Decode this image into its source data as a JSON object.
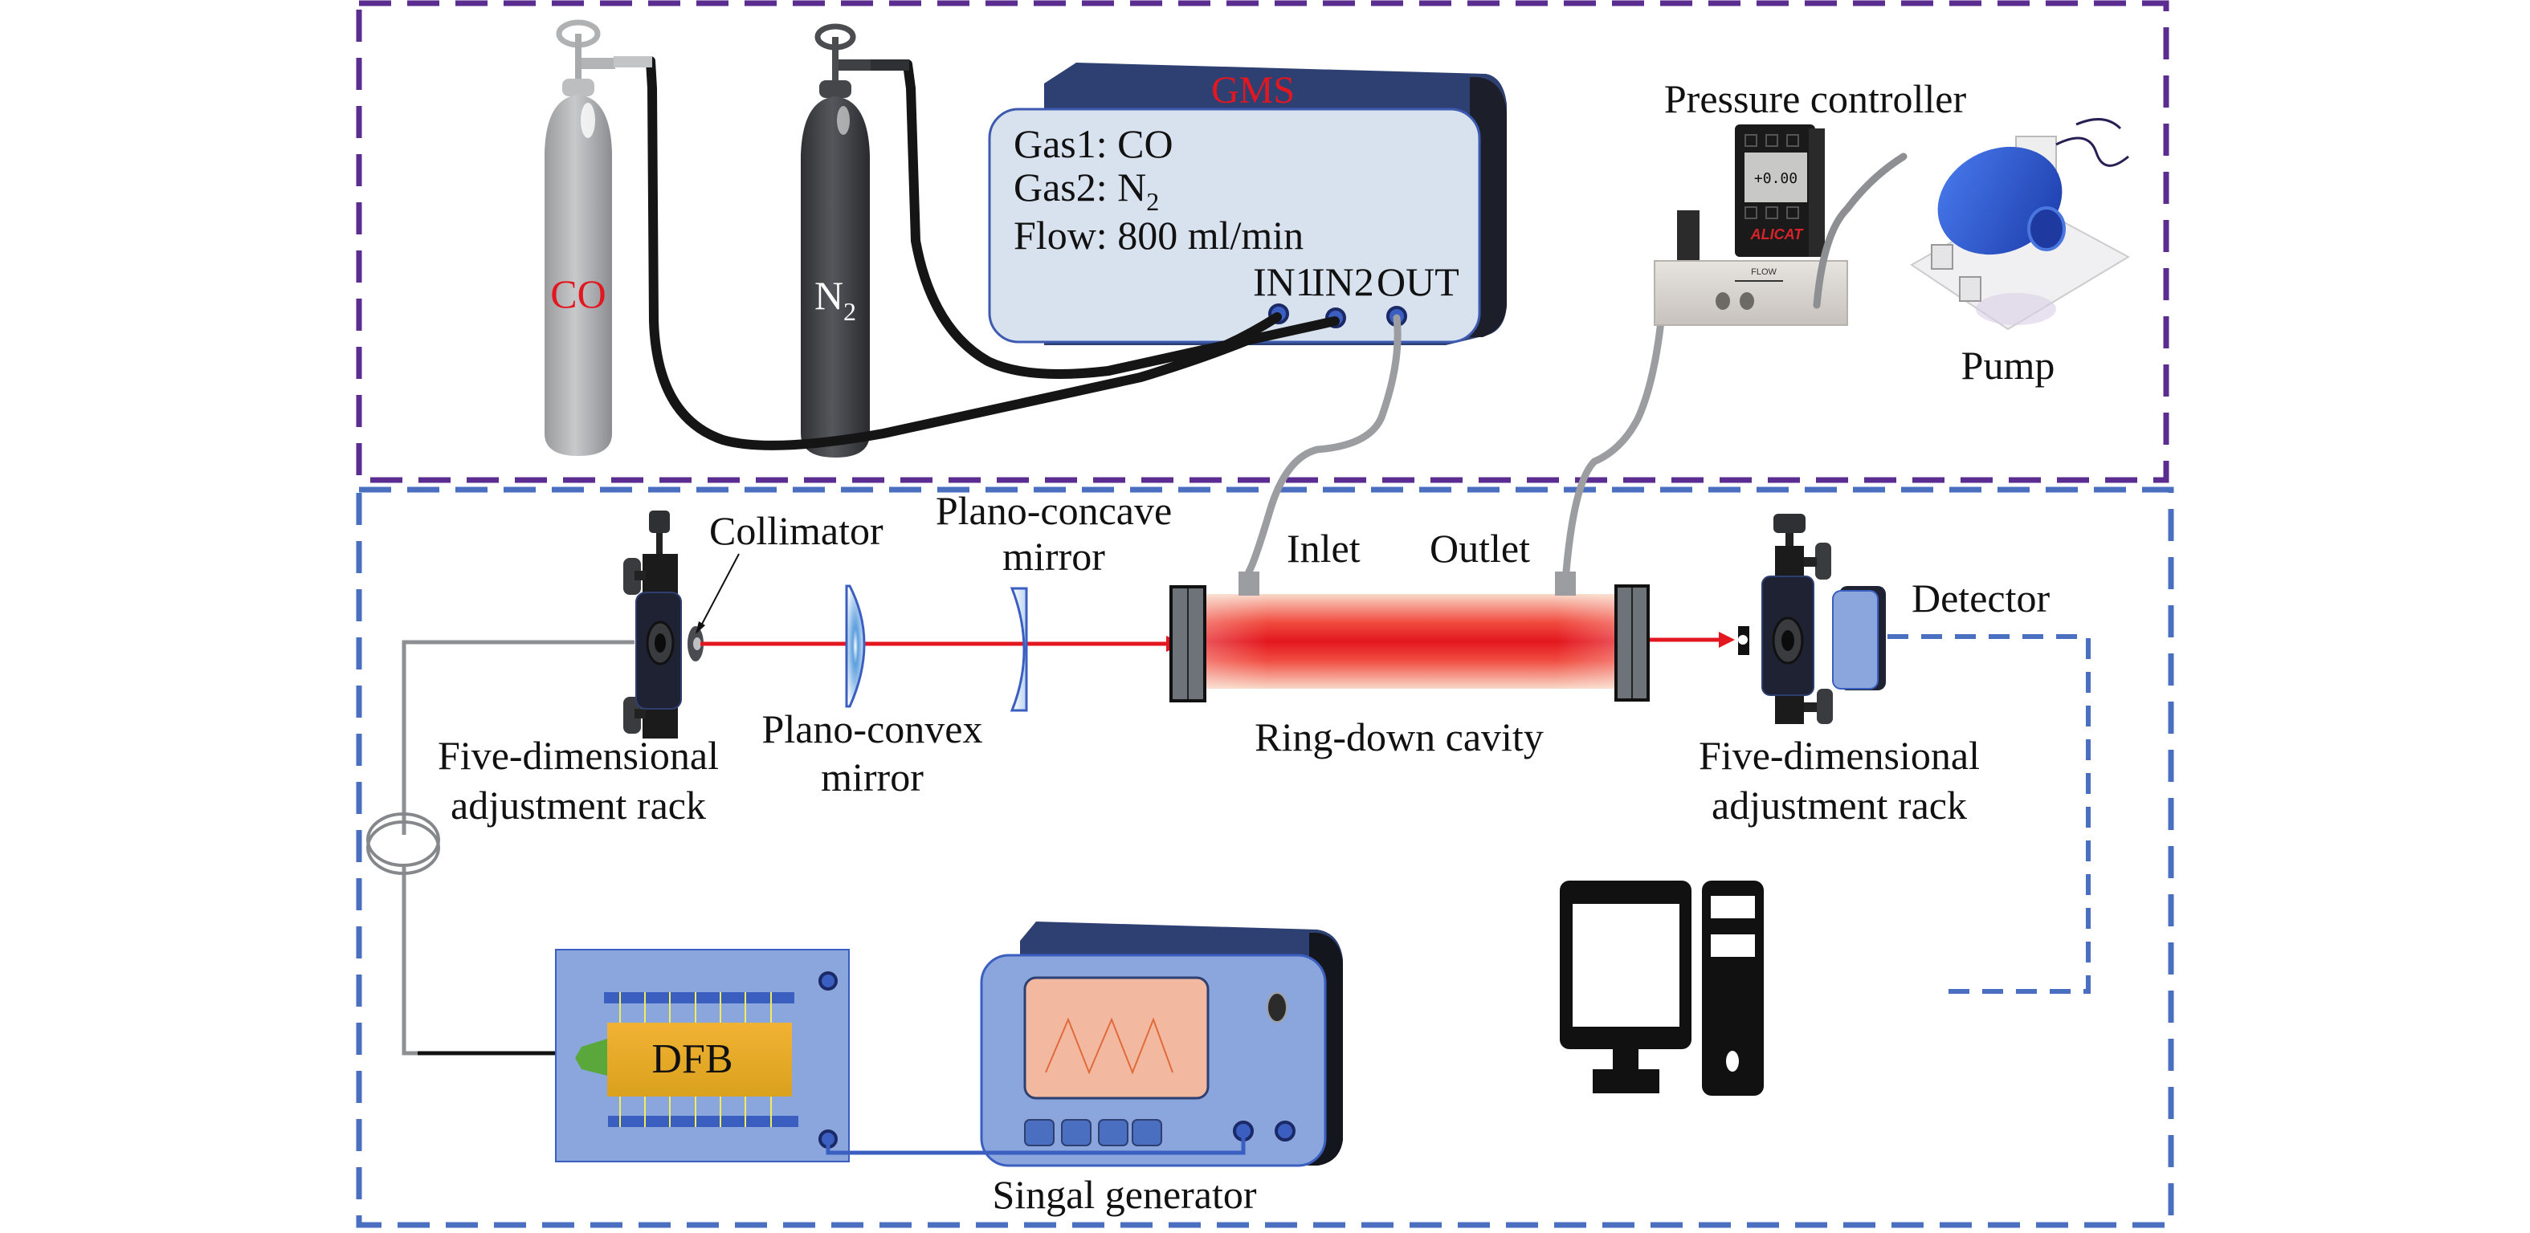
{
  "figure": {
    "title": "CO cavity ring-down spectroscopy experimental setup",
    "colors": {
      "gas_panel_border": "#5b2d91",
      "optical_panel_border": "#4a6fc0",
      "laser_beam": "#e3171f",
      "gms_label": "#e3171f",
      "co_label": "#e3171f",
      "device_blue": "#8aa6dc",
      "device_dark_blue": "#2e3f72"
    }
  },
  "gas_panel": {
    "cylinders": [
      {
        "label": "CO",
        "sub": ""
      },
      {
        "label": "N",
        "sub": "2"
      }
    ],
    "gms": {
      "title": "GMS",
      "line1": "Gas1: CO",
      "line2_prefix": "Gas2: N",
      "line2_sub": "2",
      "line3": "Flow: 800 ml/min",
      "ports": [
        "IN1",
        "IN2",
        "OUT"
      ]
    },
    "pressure_controller": {
      "label": "Pressure controller",
      "display_value": "+0.00",
      "brand": "ALICAT",
      "flow_marking": "FLOW"
    },
    "pump": {
      "label": "Pump"
    }
  },
  "optical_panel": {
    "collimator": {
      "label": "Collimator"
    },
    "left_rack": {
      "line1": "Five-dimensional",
      "line2": "adjustment rack"
    },
    "plano_convex": {
      "line1": "Plano-convex",
      "line2": "mirror"
    },
    "plano_concave": {
      "line1": "Plano-concave",
      "line2": "mirror"
    },
    "cavity": {
      "label": "Ring-down cavity",
      "inlet": "Inlet",
      "outlet": "Outlet"
    },
    "right_rack": {
      "line1": "Five-dimensional",
      "line2": "adjustment rack"
    },
    "detector": {
      "label": "Detector"
    },
    "dfb": {
      "label": "DFB"
    },
    "signal_generator": {
      "label": "Singal generator"
    },
    "computer": {
      "icon": "desktop-computer-icon"
    }
  }
}
